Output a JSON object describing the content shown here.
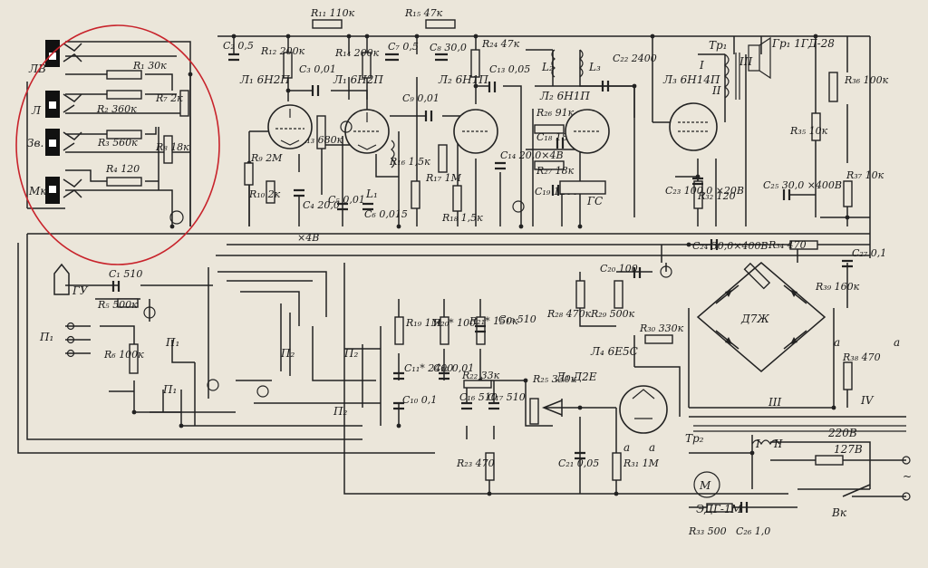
{
  "jacks": {
    "lv": "ЛВ",
    "l": "Л",
    "zv": "Зв.",
    "mk": "Мк"
  },
  "resistors": {
    "r1": "R₁ 30к",
    "r2": "R₂ 360к",
    "r3": "R₃ 560к",
    "r4": "R₄ 120",
    "r5": "R₅ 500к",
    "r6": "R₆ 100к",
    "r7": "R₇ 2к",
    "r8": "R₈ 18к",
    "r9": "R₉ 2М",
    "r10": "R₁₀ 2к",
    "r11": "R₁₁ 110к",
    "r12": "R₁₂ 200к",
    "r13": "R₁₃ 680к",
    "r14": "R₁₄ 200к",
    "r15": "R₁₅ 47к",
    "r16": "R₁₆ 1,5к",
    "r17": "R₁₇ 1М",
    "r18": "R₁₈ 1,5к",
    "r19": "R₁₉ 1М",
    "r20": "R₂₀* 100к",
    "r21": "R₂₁* 150к",
    "r22": "R₂₂ 33к",
    "r23": "R₂₃ 470",
    "r24": "R₂₄ 47к",
    "r25": "R₂₅ 330к",
    "r26": "R₂₆ 91к",
    "r27": "R₂₇ 18к",
    "r28": "R₂₈ 470к",
    "r29": "R₂₉ 500к",
    "r30": "R₃₀ 330к",
    "r31": "R₃₁ 1М",
    "r32": "R₃₂ 120",
    "r33": "R₃₃ 500",
    "r34": "R₃₄ 470",
    "r35": "R₃₅ 10к",
    "r36": "R₃₆ 100к",
    "r37": "R₃₇ 10к",
    "r38": "R₃₈ 470",
    "r39": "R₃₉ 160к"
  },
  "capacitors": {
    "c1": "C₁ 510",
    "c2": "C₂ 0,5",
    "c3": "C₃ 0,01",
    "c4": "C₄ 20,0",
    "c4v": "×4В",
    "c5": "C₅ 0,01",
    "c6": "C₆ 0,015",
    "c7": "C₇ 0,5",
    "c8": "C₈ 30,0",
    "c9": "C₉ 0,01",
    "c10": "C₁₀ 0,1",
    "c11": "C₁₁* 2400",
    "c12": "C₁₂ 0,01",
    "c13": "C₁₃ 0,05",
    "c14": "C₁₄ 20,0×4В",
    "c15": "C₁₅ 510",
    "c16": "C₁₆ 510",
    "c17": "C₁₇ 510",
    "c18": "C₁₈ 180",
    "c19": "C₁₉ 1200",
    "c20": "C₂₀ 100",
    "c21": "C₂₁ 0,05",
    "c22": "C₂₂ 2400",
    "c23": "C₂₃ 100,0 ×20В",
    "c24": "C₂₄ 30,0×400В",
    "c25": "C₂₅ 30,0 ×400В",
    "c26": "C₂₆ 1,0",
    "c27": "C₂₇ 0,1"
  },
  "tubes": {
    "l1": "Л₁ 6Н2П",
    "l1b": "Л₁ 6Н2П",
    "l2": "Л₂ 6Н1П",
    "l2b": "Л₂ 6Н1П",
    "l3": "Л₃ 6Н14П",
    "l4": "Л₄ 6Е5С"
  },
  "misc": {
    "gu": "ГУ",
    "gs": "ГС",
    "d1": "Д₁ Д2Е",
    "d7": "Д7Ж",
    "tr1": "Тр₁",
    "tr2": "Тр₂",
    "gr1": "Гр₁ 1ГД-28",
    "motor": "ЭДГ-1М",
    "motor_m": "М",
    "vk": "Вк",
    "v220": "220В",
    "v127": "127В",
    "p1": "П₁",
    "p2": "П₂",
    "L1": "L₁",
    "L2": "L₂",
    "L3": "L₃",
    "wI": "I",
    "wII": "II",
    "wIII": "III",
    "wIV": "IV",
    "a": "а",
    "tilde": "~"
  }
}
